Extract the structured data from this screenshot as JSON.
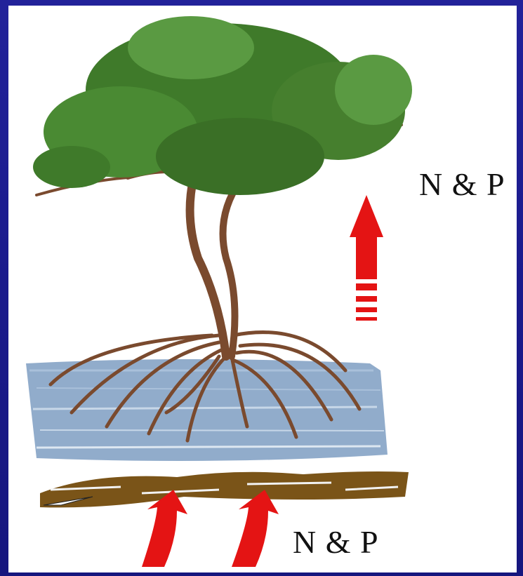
{
  "labels": {
    "upper": "N & P",
    "lower": "N & P"
  },
  "illustration": {
    "subject": "mangrove-tree",
    "arrow_color": "#e41414",
    "canopy_color": "#3f7a2a",
    "trunk_color": "#7a4a2e",
    "water_color": "#6d8fb5",
    "soil_color": "#7a5418"
  }
}
